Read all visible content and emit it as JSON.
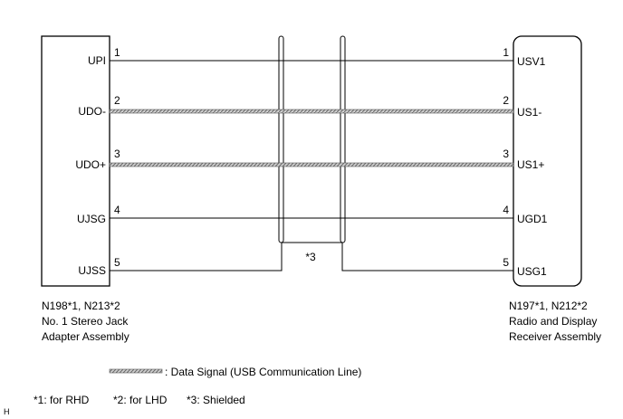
{
  "left_connector": {
    "code": "N198*1, N213*2",
    "name_line1": "No. 1 Stereo Jack",
    "name_line2": "Adapter Assembly"
  },
  "right_connector": {
    "code": "N197*1, N212*2",
    "name_line1": "Radio and Display",
    "name_line2": "Receiver Assembly"
  },
  "wires": [
    {
      "left_pin": "1",
      "left_name": "UPI",
      "right_pin": "1",
      "right_name": "USV1",
      "type": "plain",
      "shielded": false
    },
    {
      "left_pin": "2",
      "left_name": "UDO-",
      "right_pin": "2",
      "right_name": "US1-",
      "type": "data",
      "shielded": true
    },
    {
      "left_pin": "3",
      "left_name": "UDO+",
      "right_pin": "3",
      "right_name": "US1+",
      "type": "data",
      "shielded": true
    },
    {
      "left_pin": "4",
      "left_name": "UJSG",
      "right_pin": "4",
      "right_name": "UGD1",
      "type": "plain",
      "shielded": true
    },
    {
      "left_pin": "5",
      "left_name": "UJSS",
      "right_pin": "5",
      "right_name": "USG1",
      "type": "ground",
      "shielded": false
    }
  ],
  "shield": {
    "label": "*3"
  },
  "legend": {
    "text": ": Data Signal (USB Communication Line)"
  },
  "notes": {
    "note1": "*1: for RHD",
    "note2": "*2: for LHD",
    "note3": "*3: Shielded"
  },
  "corner_mark": "H",
  "colors": {
    "line": "#000000",
    "data_fill": "#bdbdbd",
    "background": "#ffffff"
  }
}
